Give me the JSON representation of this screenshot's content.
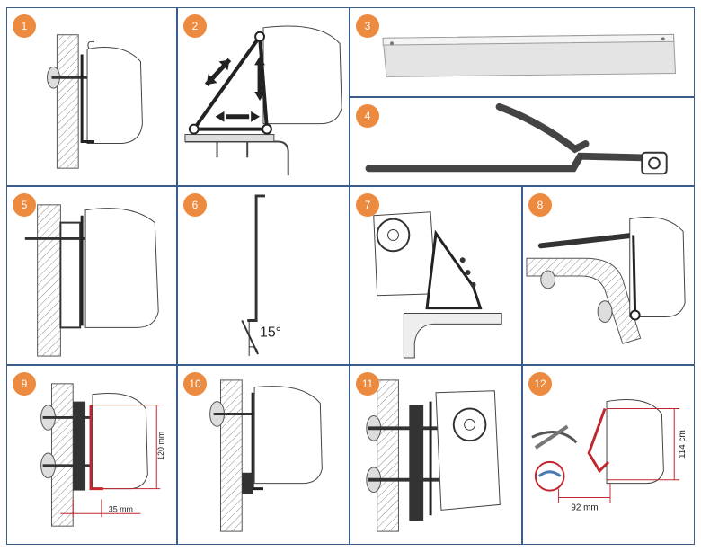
{
  "panels": [
    {
      "number": "1"
    },
    {
      "number": "2"
    },
    {
      "number": "3"
    },
    {
      "number": "4"
    },
    {
      "number": "5"
    },
    {
      "number": "6",
      "angle_label": "15°"
    },
    {
      "number": "7"
    },
    {
      "number": "8"
    },
    {
      "number": "9",
      "height_label": "120 mm",
      "width_label": "35 mm"
    },
    {
      "number": "10"
    },
    {
      "number": "11"
    },
    {
      "number": "12",
      "height_label": "114 cm",
      "width_label": "92 mm"
    }
  ],
  "colors": {
    "border": "#3a5d8c",
    "badge": "#ec8a3f",
    "highlight": "#c0282f",
    "hatch": "#8a8a8a"
  }
}
